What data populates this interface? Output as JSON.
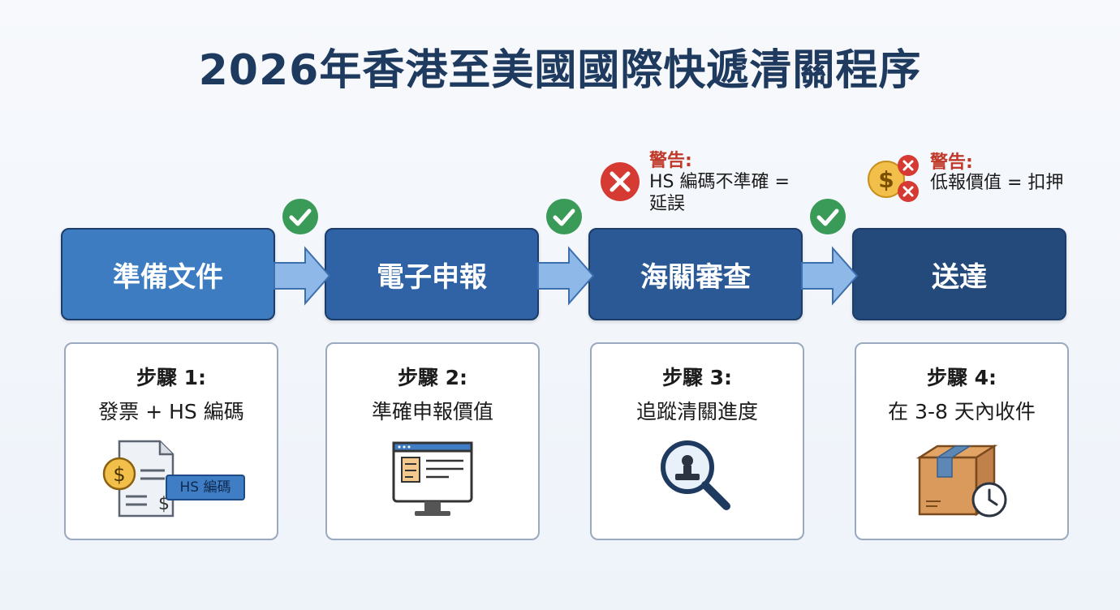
{
  "title": "2026年香港至美國國際快遞清關程序",
  "colors": {
    "stage1": "#3d7cc1",
    "stage2": "#2f63a5",
    "stage3": "#2a5996",
    "stage4": "#244a7c",
    "check": "#3a9a57",
    "warning": "#d63b33"
  },
  "stages": [
    {
      "label": "準備文件"
    },
    {
      "label": "電子申報"
    },
    {
      "label": "海關審查"
    },
    {
      "label": "送達"
    }
  ],
  "cards": [
    {
      "step": "步驟 1:",
      "desc": "發票 + HS 編碼",
      "badge": "HS 編碼",
      "icon": "invoice-document-icon"
    },
    {
      "step": "步驟 2:",
      "desc": "準確申報價值",
      "icon": "computer-monitor-icon"
    },
    {
      "step": "步驟 3:",
      "desc": "追蹤清關進度",
      "icon": "magnifier-stamp-icon"
    },
    {
      "step": "步驟 4:",
      "desc": "在 3-8 天內收件",
      "icon": "box-clock-icon"
    }
  ],
  "warnings": [
    {
      "label": "警告:",
      "line1": "HS 編碼不準確 =",
      "line2": "延誤",
      "icon": "error-x-icon"
    },
    {
      "label": "警告:",
      "line1": "低報價值 = 扣押",
      "icon": "coin-error-icon"
    }
  ]
}
